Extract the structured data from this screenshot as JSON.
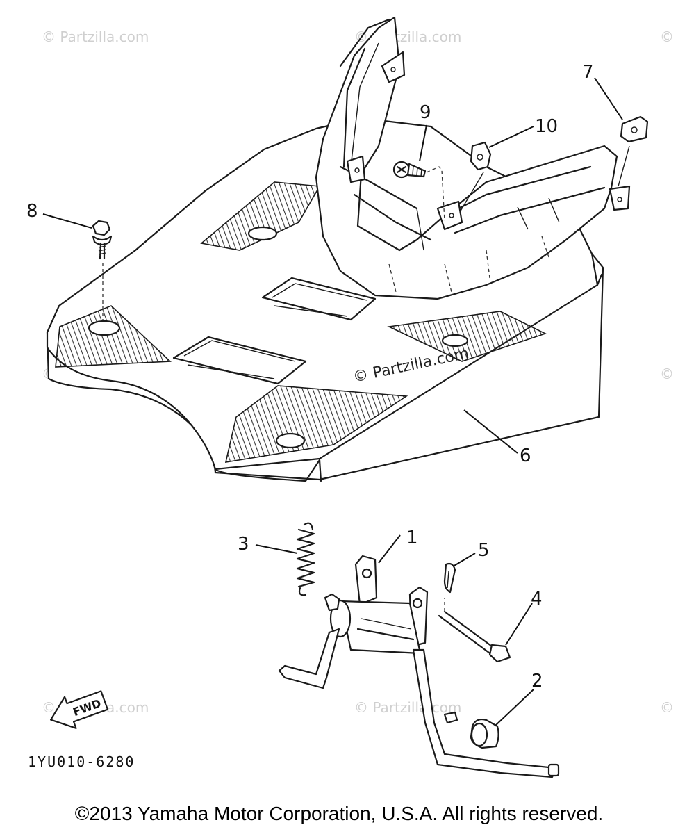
{
  "callouts": [
    "1",
    "2",
    "3",
    "4",
    "5",
    "6",
    "7",
    "8",
    "9",
    "10"
  ],
  "fwd_label": "FWD",
  "ref_code": "1YU010-6280",
  "watermark_center": "© Partzilla.com",
  "watermark": "© Partzilla.com",
  "copyright": "©2013  Yamaha Motor Corporation, U.S.A. All rights reserved."
}
